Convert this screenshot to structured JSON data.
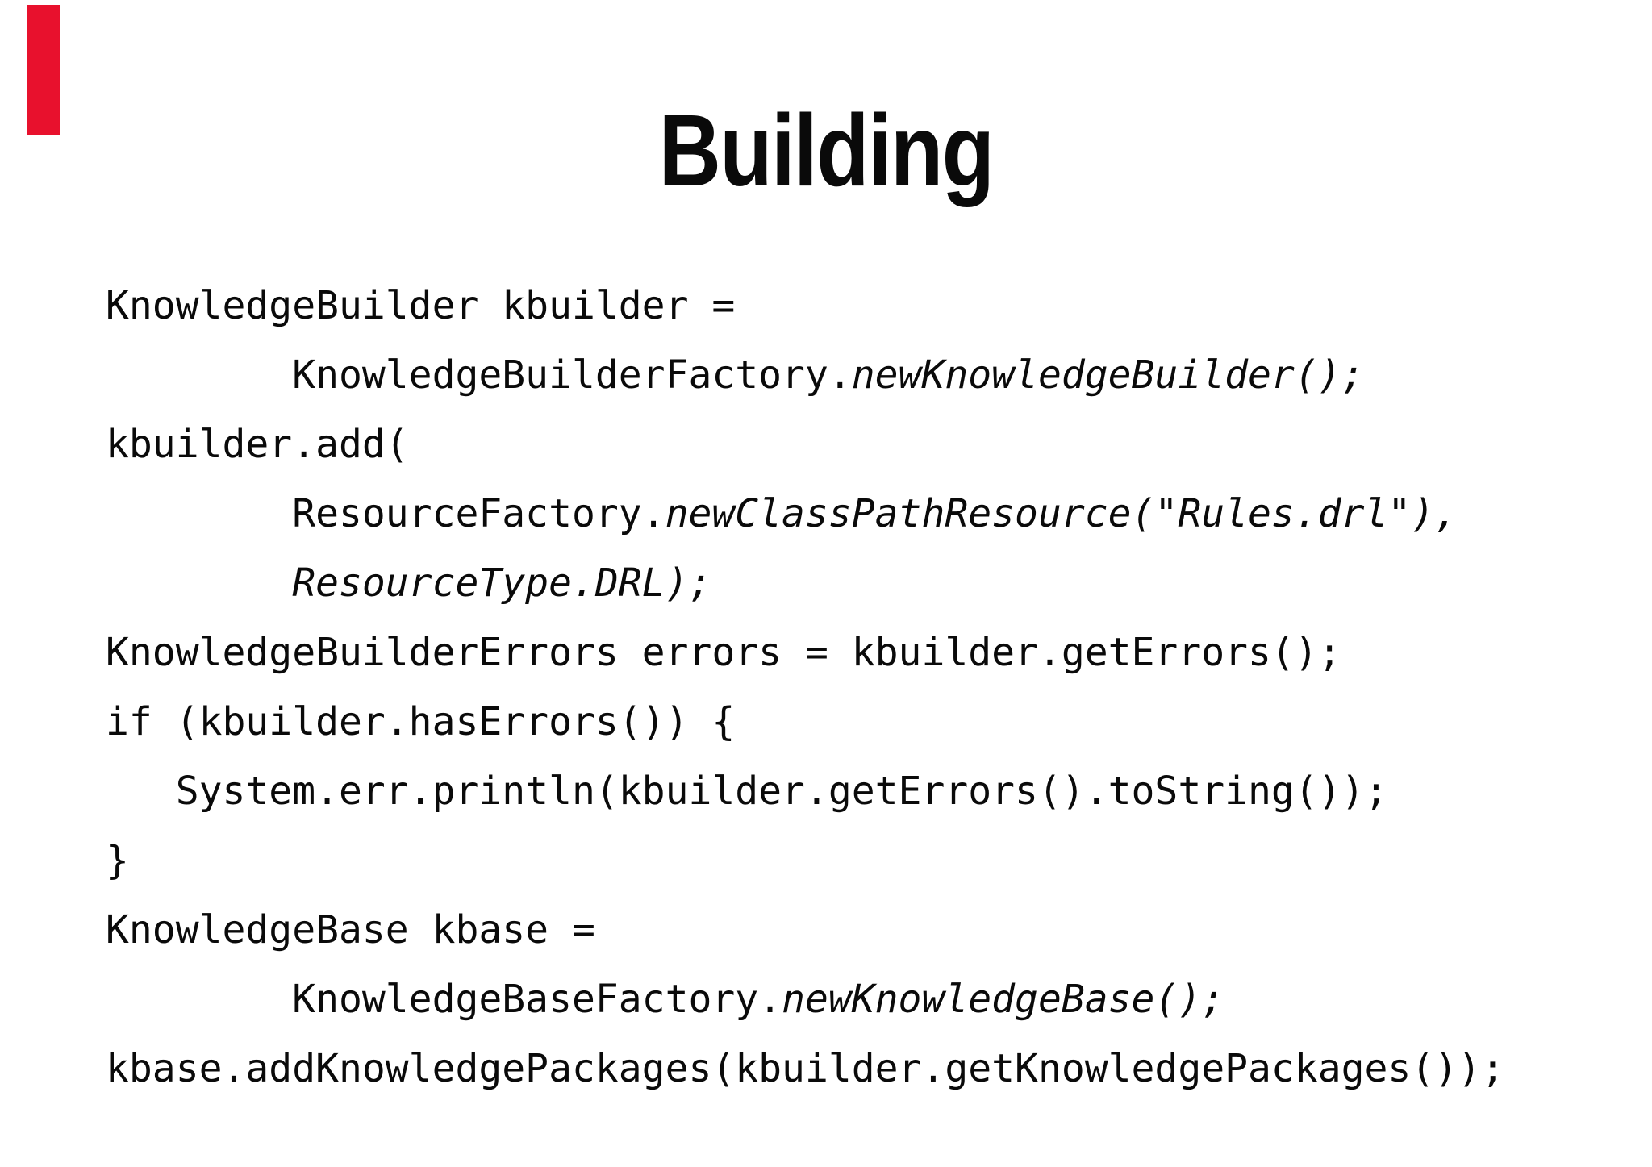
{
  "slide": {
    "title": "Building",
    "background_color": "#ffffff",
    "text_color": "#0a0a0a",
    "red_bar_color": "#e8112d"
  },
  "code": {
    "lines": [
      {
        "segments": [
          {
            "t": "KnowledgeBuilder kbuilder =",
            "italic": false
          }
        ]
      },
      {
        "segments": [
          {
            "t": "        KnowledgeBuilderFactory.",
            "italic": false
          },
          {
            "t": "newKnowledgeBuilder();",
            "italic": true
          }
        ]
      },
      {
        "segments": [
          {
            "t": "kbuilder.add(",
            "italic": false
          }
        ]
      },
      {
        "segments": [
          {
            "t": "        ResourceFactory.",
            "italic": false
          },
          {
            "t": "newClassPathResource(\"Rules.drl\"),",
            "italic": true
          }
        ]
      },
      {
        "segments": [
          {
            "t": "        ",
            "italic": false
          },
          {
            "t": "ResourceType.DRL);",
            "italic": true
          }
        ]
      },
      {
        "segments": [
          {
            "t": "KnowledgeBuilderErrors errors = kbuilder.getErrors();",
            "italic": false
          }
        ]
      },
      {
        "segments": [
          {
            "t": "if (kbuilder.hasErrors()) {",
            "italic": false
          }
        ]
      },
      {
        "segments": [
          {
            "t": "   System.err.println(kbuilder.getErrors().toString());",
            "italic": false
          }
        ]
      },
      {
        "segments": [
          {
            "t": "}",
            "italic": false
          }
        ]
      },
      {
        "segments": [
          {
            "t": "KnowledgeBase kbase =",
            "italic": false
          }
        ]
      },
      {
        "segments": [
          {
            "t": "        KnowledgeBaseFactory.",
            "italic": false
          },
          {
            "t": "newKnowledgeBase();",
            "italic": true
          }
        ]
      },
      {
        "segments": [
          {
            "t": "kbase.addKnowledgePackages(kbuilder.getKnowledgePackages());",
            "italic": false
          }
        ]
      }
    ]
  }
}
